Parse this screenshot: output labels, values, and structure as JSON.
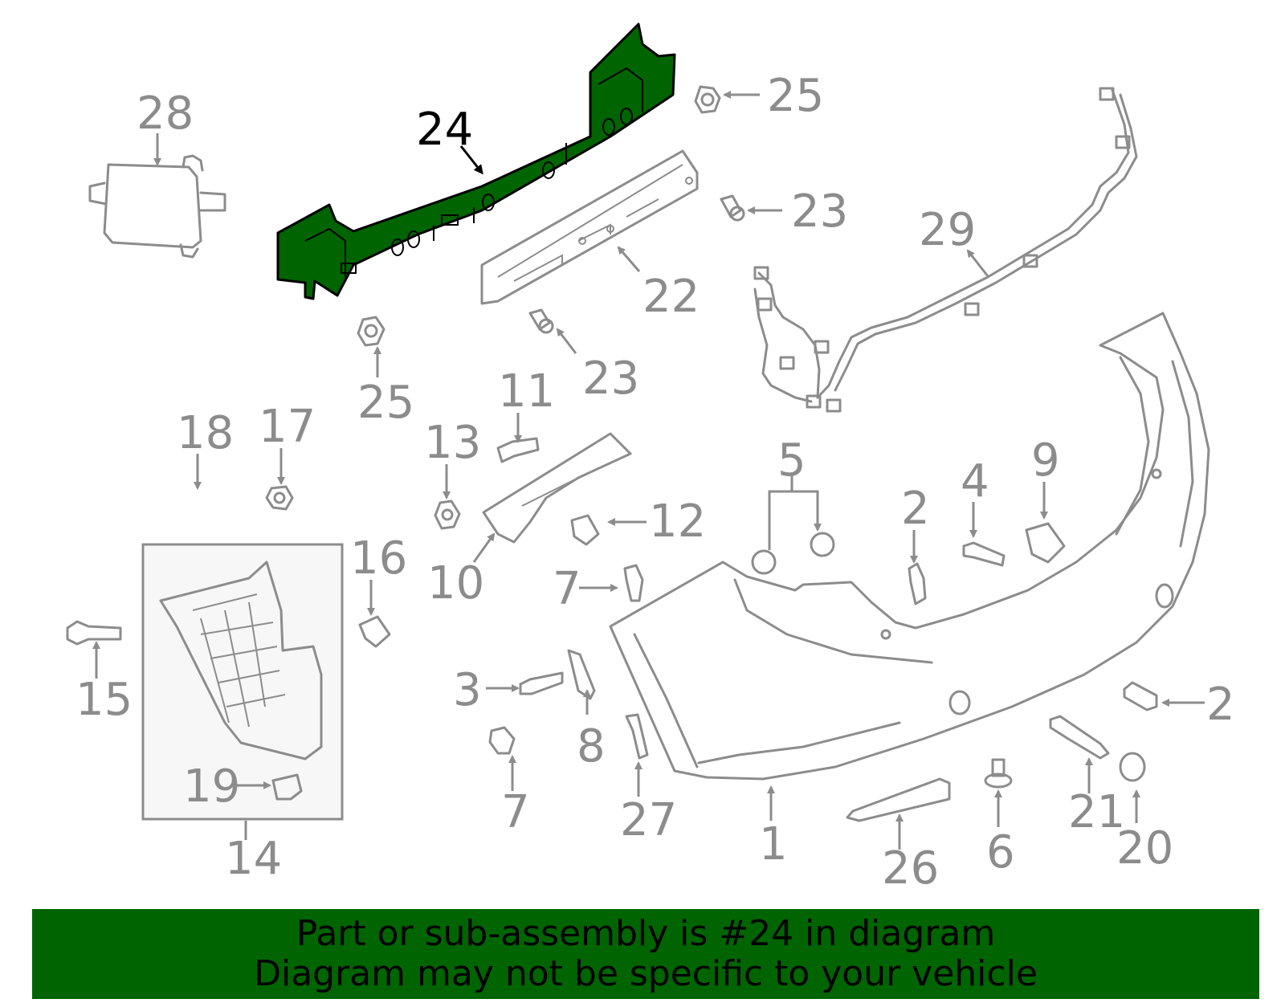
{
  "diagram": {
    "highlight_color": "#006400",
    "part_line_color": "#8c8c8c",
    "highlighted_part": "24",
    "callouts": [
      "1",
      "2",
      "2",
      "3",
      "4",
      "5",
      "6",
      "7",
      "7",
      "8",
      "9",
      "10",
      "11",
      "12",
      "13",
      "14",
      "15",
      "16",
      "17",
      "18",
      "19",
      "20",
      "21",
      "22",
      "23",
      "23",
      "24",
      "25",
      "25",
      "26",
      "27",
      "28",
      "29"
    ]
  },
  "banner": {
    "line1": "Part or sub-assembly is #24 in diagram",
    "line2": "Diagram may not be specific to your vehicle"
  }
}
